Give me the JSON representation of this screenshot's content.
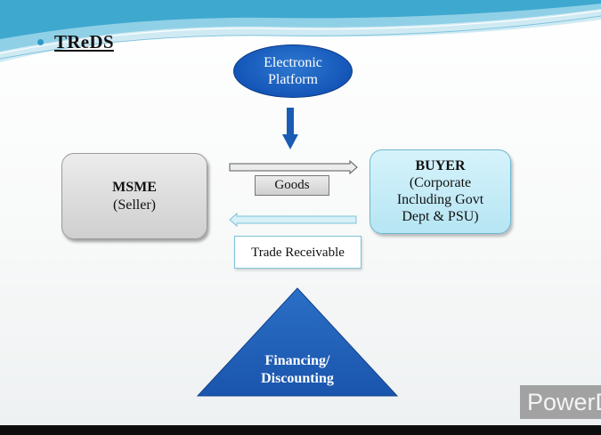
{
  "slide": {
    "title": "TReDS"
  },
  "diagram": {
    "platform": {
      "line1": "Electronic",
      "line2": "Platform"
    },
    "msme": {
      "name": "MSME",
      "role": "(Seller)"
    },
    "buyer": {
      "name": "BUYER",
      "line1": "(Corporate",
      "line2": "Including Govt",
      "line3": "Dept & PSU)"
    },
    "goods_label": "Goods",
    "trade_label": "Trade Receivable",
    "financing": {
      "line1": "Financing/",
      "line2": "Discounting"
    }
  },
  "watermark": {
    "text": "PowerD"
  },
  "colors": {
    "platform_blue": "#1456b8",
    "triangle_blue": "#1a5cb4",
    "buyer_fill": "#c8ecf7",
    "msme_fill": "#dcdcdc",
    "accent_teal": "#2f98c8"
  }
}
